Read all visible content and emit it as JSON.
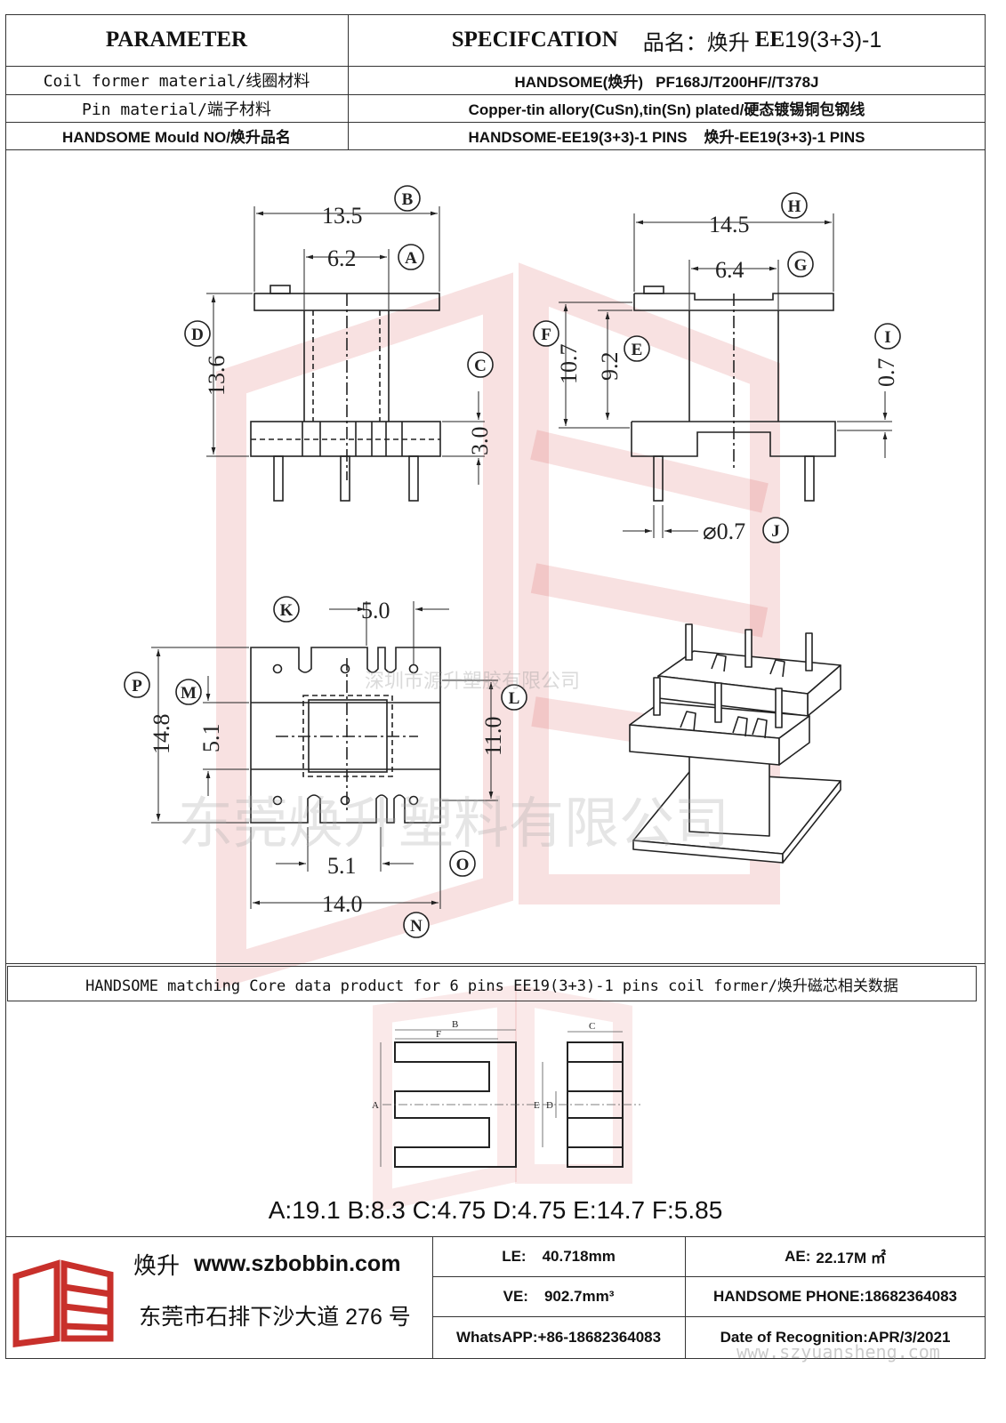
{
  "header": {
    "parameter": "PARAMETER",
    "specification": "SPECIFCATION",
    "product_name_label": "品名：焕升",
    "product_model_prefix": "EE",
    "product_model_suffix": "19(3+3)-1"
  },
  "spec_rows": [
    {
      "label": "Coil former material/线圈材料",
      "value": "HANDSOME(焕升)   PF168J/T200HF//T378J"
    },
    {
      "label": "Pin material/端子材料",
      "value": "Copper-tin allory(CuSn),tin(Sn) plated/硬态镀锡铜包钢线"
    },
    {
      "label": "HANDSOME Mould NO/焕升品名",
      "value": "HANDSOME-EE19(3+3)-1 PINS    焕升-EE19(3+3)-1 PINS"
    }
  ],
  "drawing": {
    "front_view": {
      "width": "13.5",
      "width_id": "B",
      "inner": "6.2",
      "inner_id": "A",
      "height": "13.6",
      "height_id": "D",
      "base": "3.0",
      "base_id": "C"
    },
    "side_view": {
      "width": "14.5",
      "width_id": "H",
      "inner": "6.4",
      "inner_id": "G",
      "height_f": "10.7",
      "height_f_id": "F",
      "height_e": "9.2",
      "height_e_id": "E",
      "flange": "0.7",
      "flange_id": "I",
      "pin_dia": "⌀0.7",
      "pin_dia_id": "J"
    },
    "top_view": {
      "slot_pitch": "5.0",
      "slot_id": "K",
      "depth": "14.8",
      "depth_id": "P",
      "window": "5.1",
      "window_id": "M",
      "inner_len": "11.0",
      "inner_len_id": "L",
      "bottom_pitch": "5.1",
      "bottom_pitch_id": "O",
      "width": "14.0",
      "width_id": "N"
    }
  },
  "watermarks": {
    "company_small": "深圳市源升塑胶有限公司",
    "company_large": "东莞焕升塑料有限公司",
    "site": "www.szyuansheng.com"
  },
  "core_section": {
    "title": "HANDSOME matching Core data  product for 6 pins EE19(3+3)-1 pins coil former/焕升磁芯相关数据",
    "labels": {
      "a": "A",
      "b": "B",
      "c": "C",
      "d": "D",
      "e": "E",
      "f": "F"
    },
    "values": "A:19.1 B:8.3 C:4.75 D:4.75 E:14.7 F:5.85"
  },
  "footer": {
    "brand": "焕升",
    "website": "www.szbobbin.com",
    "address": "东莞市石排下沙大道 276 号",
    "le": {
      "label": "LE:",
      "value": "40.718mm"
    },
    "ae": {
      "label": "AE:",
      "value": "22.17M ㎡"
    },
    "ve": {
      "label": "VE:",
      "value": "902.7mm³"
    },
    "phone": "HANDSOME PHONE:18682364083",
    "whatsapp": "WhatsAPP:+86-18682364083",
    "date": "Date of Recognition:APR/3/2021"
  }
}
